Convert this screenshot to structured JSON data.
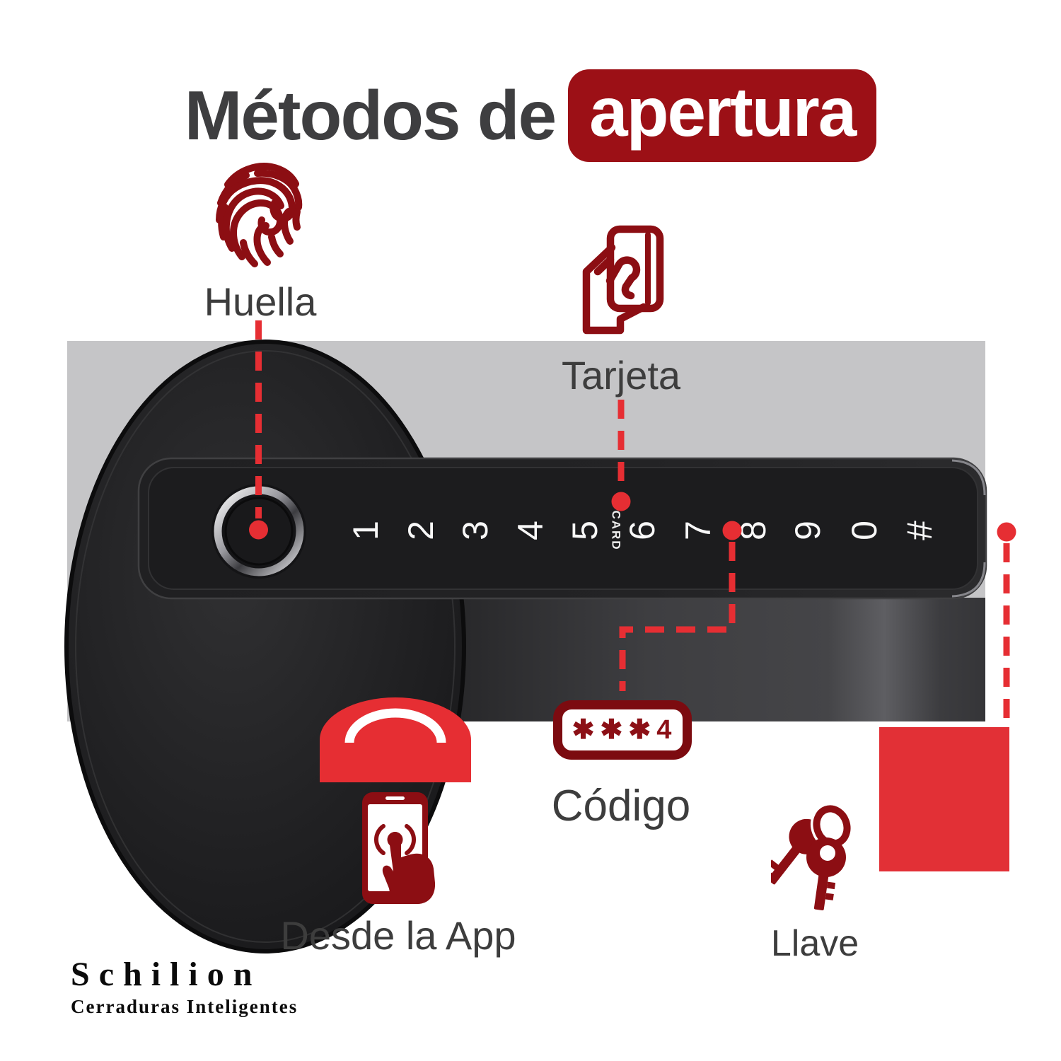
{
  "title": {
    "prefix": "Métodos de",
    "highlight": "apertura"
  },
  "methods": {
    "huella": {
      "label": "Huella"
    },
    "tarjeta": {
      "label": "Tarjeta"
    },
    "codigo": {
      "label": "Código",
      "code_display": "✱✱✱4"
    },
    "app": {
      "label": "Desde la App"
    },
    "llave": {
      "label": "Llave"
    }
  },
  "lock": {
    "keypad_keys": [
      "1",
      "2",
      "3",
      "4",
      "5",
      "6",
      "7",
      "8",
      "9",
      "0",
      "#"
    ],
    "card_label": "CARD"
  },
  "brand": {
    "name": "Schilion",
    "tagline": "Cerraduras Inteligentes"
  },
  "colors": {
    "accent_red": "#e62e33",
    "square_red": "#e23036",
    "maroon": "#8c0e13",
    "title_box_red": "#9c1016",
    "codigo_border": "#7c0b10",
    "label_gray": "#3d3d3d",
    "title_gray": "#3e3e40",
    "photo_gray": "#c5c5c7"
  }
}
